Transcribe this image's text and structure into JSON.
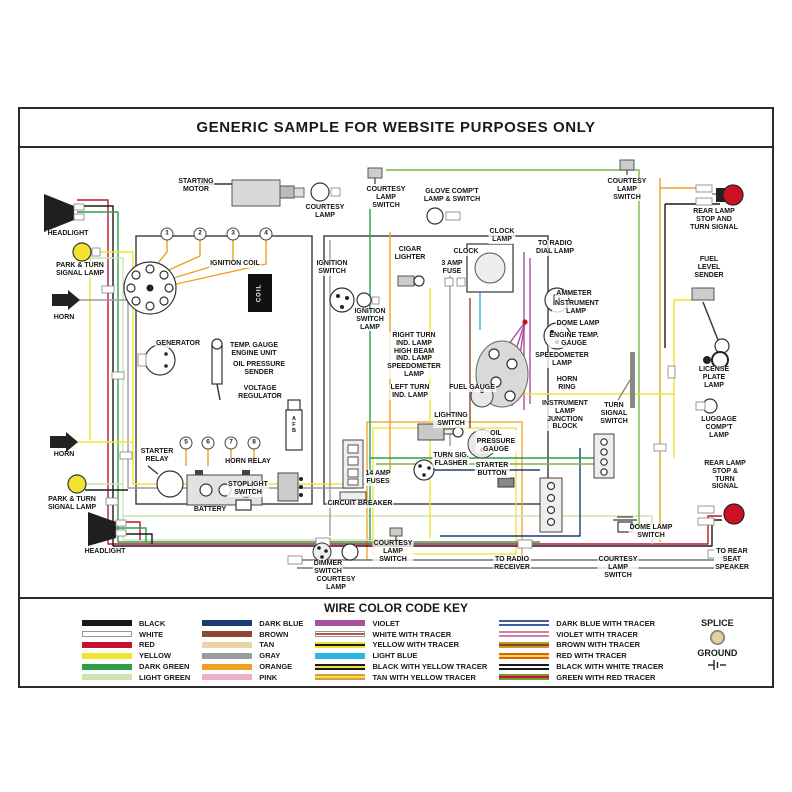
{
  "title": "GENERIC SAMPLE FOR WEBSITE PURPOSES ONLY",
  "terminals": [
    "1",
    "2",
    "3",
    "4",
    "5",
    "6",
    "7",
    "8"
  ],
  "glyph_texts": {
    "coil": "COIL",
    "regulator": "A\nF\nB"
  },
  "labels": {
    "headlight_top": "HEADLIGHT",
    "park_turn_top": "PARK & TURN\nSIGNAL LAMP",
    "horn_top": "HORN",
    "horn_bottom": "HORN",
    "park_turn_bottom": "PARK & TURN\nSIGNAL LAMP",
    "headlight_bottom": "HEADLIGHT",
    "starting_motor": "STARTING\nMOTOR",
    "ignition_coil": "IGNITION COIL",
    "courtesy_lamp_top": "COURTESY\nLAMP",
    "courtesy_switch_top": "COURTESY\nLAMP\nSWITCH",
    "glove_compt": "GLOVE COMP'T\nLAMP & SWITCH",
    "cigar_lighter": "CIGAR\nLIGHTER",
    "ignition_switch": "IGNITION\nSWITCH",
    "ignition_switch_lamp": "IGNITION\nSWITCH\nLAMP",
    "clock_lamp": "CLOCK\nLAMP",
    "clock": "CLOCK",
    "three_amp_fuse": "3 AMP\nFUSE",
    "radio_dial_lamp": "TO RADIO\nDIAL LAMP",
    "courtesy_switch_right": "COURTESY\nLAMP\nSWITCH",
    "rear_lamp_top": "REAR LAMP\nSTOP AND\nTURN SIGNAL",
    "fuel_level_sender": "FUEL\nLEVEL\nSENDER",
    "ammeter": "AMMETER",
    "instrument_lamp": "INSTRUMENT\nLAMP",
    "dome_lamp": "DOME LAMP",
    "engine_temp_gauge": "ENGINE TEMP.\nGAUGE",
    "speedometer_lamp": "SPEEDOMETER\nLAMP",
    "generator": "GENERATOR",
    "temp_gauge_unit": "TEMP. GAUGE\nENGINE UNIT",
    "oil_pressure_sender": "OIL PRESSURE\nSENDER",
    "voltage_regulator": "VOLTAGE\nREGULATOR",
    "ind_lamps": "RIGHT TURN\nIND. LAMP\nHIGH BEAM\nIND. LAMP\nSPEEDOMETER\nLAMP",
    "left_turn_ind": "LEFT TURN\nIND. LAMP",
    "fuel_gauge": "FUEL GAUGE",
    "horn_ring": "HORN\nRING",
    "lighting_switch": "LIGHTING\nSWITCH",
    "junction_block": "INSTRUMENT\nLAMP\nJUNCTION\nBLOCK",
    "turn_signal_switch": "TURN\nSIGNAL\nSWITCH",
    "oil_pressure_gauge": "OIL\nPRESSURE\nGAUGE",
    "turn_sig_flasher": "TURN SIG.\nFLASHER",
    "starter_button": "STARTER\nBUTTON",
    "license_plate": "LICENSE\nPLATE\nLAMP",
    "luggage_compt": "LUGGAGE\nCOMP'T\nLAMP",
    "rear_lamp_bottom": "REAR LAMP\nSTOP &\nTURN\nSIGNAL",
    "starter_relay": "STARTER\nRELAY",
    "horn_relay": "HORN RELAY",
    "stoplight_switch": "STOPLIGHT\nSWITCH",
    "battery": "BATTERY",
    "fuses_14amp": "14 AMP\nFUSES",
    "circuit_breaker": "CIRCUIT BREAKER",
    "dimmer_switch": "DIMMER\nSWITCH",
    "courtesy_lamp_bottom": "COURTESY\nLAMP",
    "courtesy_switch_mid": "COURTESY\nLAMP\nSWITCH",
    "dome_lamp_switch": "DOME LAMP\nSWITCH",
    "radio_receiver": "TO RADIO\nRECEIVER",
    "courtesy_switch_bottom": "COURTESY\nLAMP\nSWITCH",
    "rear_seat_speaker": "TO REAR\nSEAT\nSPEAKER"
  },
  "key": {
    "title": "WIRE COLOR CODE KEY",
    "splice_label": "SPLICE",
    "ground_label": "GROUND",
    "splice": {
      "base": "#e8cf9a",
      "border": true
    },
    "columns": [
      [
        {
          "label": "BLACK",
          "base": "#1a1a1a"
        },
        {
          "label": "WHITE",
          "base": "#ffffff",
          "border": true
        },
        {
          "label": "RED",
          "base": "#c41230"
        },
        {
          "label": "YELLOW",
          "base": "#f2e330"
        },
        {
          "label": "DARK GREEN",
          "base": "#2e9e4a"
        },
        {
          "label": "LIGHT GREEN",
          "base": "#c9e5b4"
        }
      ],
      [
        {
          "label": "DARK BLUE",
          "base": "#1c3d72"
        },
        {
          "label": "BROWN",
          "base": "#8a4a33"
        },
        {
          "label": "TAN",
          "base": "#e9d4a8"
        },
        {
          "label": "GRAY",
          "base": "#9b9ca0"
        },
        {
          "label": "ORANGE",
          "base": "#eda221"
        },
        {
          "label": "PINK",
          "base": "#eeadca"
        }
      ],
      [
        {
          "label": "VIOLET",
          "base": "#a84f9e"
        },
        {
          "label": "WHITE WITH TRACER",
          "base": "#ffffff",
          "tracer": "#c05050",
          "border": true
        },
        {
          "label": "YELLOW WITH TRACER",
          "base": "#f2e330",
          "tracer": "#1a1a1a"
        },
        {
          "label": "LIGHT BLUE",
          "base": "#2ab5e2"
        },
        {
          "label": "BLACK WITH YELLOW TRACER",
          "base": "#1a1a1a",
          "tracer": "#f2e330"
        },
        {
          "label": "TAN WITH YELLOW TRACER",
          "base": "#d89a4a",
          "tracer": "#f2e330"
        }
      ],
      [
        {
          "label": "DARK BLUE WITH  TRACER",
          "base": "#3a5fa0",
          "tracer": "#ffffff"
        },
        {
          "label": "VIOLET WITH TRACER",
          "base": "#d080a0",
          "tracer": "#ffffff"
        },
        {
          "label": "BROWN WITH TRACER",
          "base": "#c8992e",
          "tracer": "#7a4a28"
        },
        {
          "label": "RED WITH TRACER",
          "base": "#e05a1d",
          "tracer": "#f2e330"
        },
        {
          "label": "BLACK WITH WHITE TRACER",
          "base": "#1a1a1a",
          "tracer": "#ffffff"
        },
        {
          "label": "GREEN WITH RED TRACER",
          "base": "#7a9a30",
          "tracer": "#c41230"
        }
      ]
    ]
  }
}
